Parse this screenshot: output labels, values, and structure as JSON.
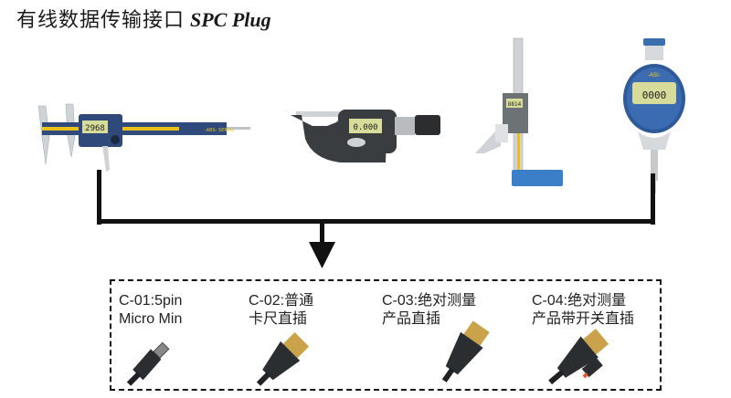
{
  "title": {
    "chinese": "有线数据传输接口",
    "english": "SPC Plug"
  },
  "instruments": [
    {
      "name": "digital-caliper",
      "display": "2968",
      "brand": "-ABS- SERIAL"
    },
    {
      "name": "digital-micrometer",
      "display": "0.000"
    },
    {
      "name": "digital-height-gauge",
      "display": "8814"
    },
    {
      "name": "digital-indicator",
      "display": "0000",
      "brand": "-ABI-"
    }
  ],
  "plugs": [
    {
      "code": "C-01:5pin",
      "desc": "Micro Min"
    },
    {
      "code": "C-02:普通",
      "desc": "卡尺直插"
    },
    {
      "code": "C-03:绝对测量",
      "desc": "产品直插"
    },
    {
      "code": "C-04:绝对测量",
      "desc": "产品带开关直插"
    }
  ],
  "colors": {
    "instrument_body": "#2f4a7a",
    "scale_yellow": "#e8c21a",
    "lcd": "#d8dc9a",
    "base_blue": "#3a7fc8",
    "plug_black": "#2a2e30",
    "pins_gold": "#c9a24a",
    "switch_orange": "#e05a2a"
  }
}
